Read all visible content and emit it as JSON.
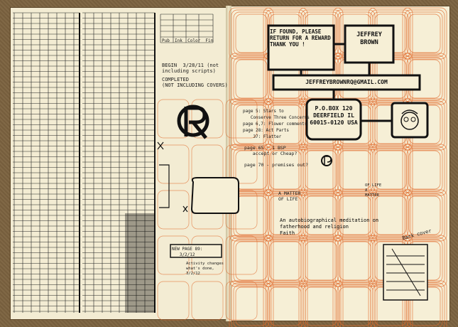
{
  "contact": {
    "found_note": "IF FOUND,\nPLEASE RETURN\nFOR A REWARD\nTHANK\nYOU !",
    "name": "JEFFREY\nBROWN",
    "email": "JEFFREYBROWNRQ@GMAIL.COM",
    "address": "P.O.BOX 120\nDEERFIELD IL\n60015-0120\nUSA"
  },
  "pages": {
    "p1": "A MATTER\nOF LIFE",
    "p2": "OF LIFE\nA\nMATTER"
  },
  "subtitle": "An autobiographical meditation on\nfatherhood and religion\nFaith",
  "back_cover": "Back cover",
  "left_notes": {
    "begin": "BEGIN  3/28/11 (not\nincluding scripts)",
    "completed": "COMPLETED\n(NOT INCLUDING COVERS)",
    "new_page": "NEW PAGE 89:\n   3/2/12",
    "activity": "Activity changes\nwhat's done,\n3/2/12",
    "page_label_top": "Pub  Ink  Color  Fin",
    "page_notes": "page 5: Stars to\n   Conserve Three Concerns\npage 6,7: Flower comments\npage 28: Act Parts\n    37: Flatter",
    "page65": "page 65 - 1 BSP\n   accept or Cheap?",
    "page70": "page 70 - premises out?"
  },
  "colors": {
    "paper": "#f6efd6",
    "grid_orange": "#e06a2c",
    "ink": "#111111",
    "cover": "#7c6340"
  }
}
